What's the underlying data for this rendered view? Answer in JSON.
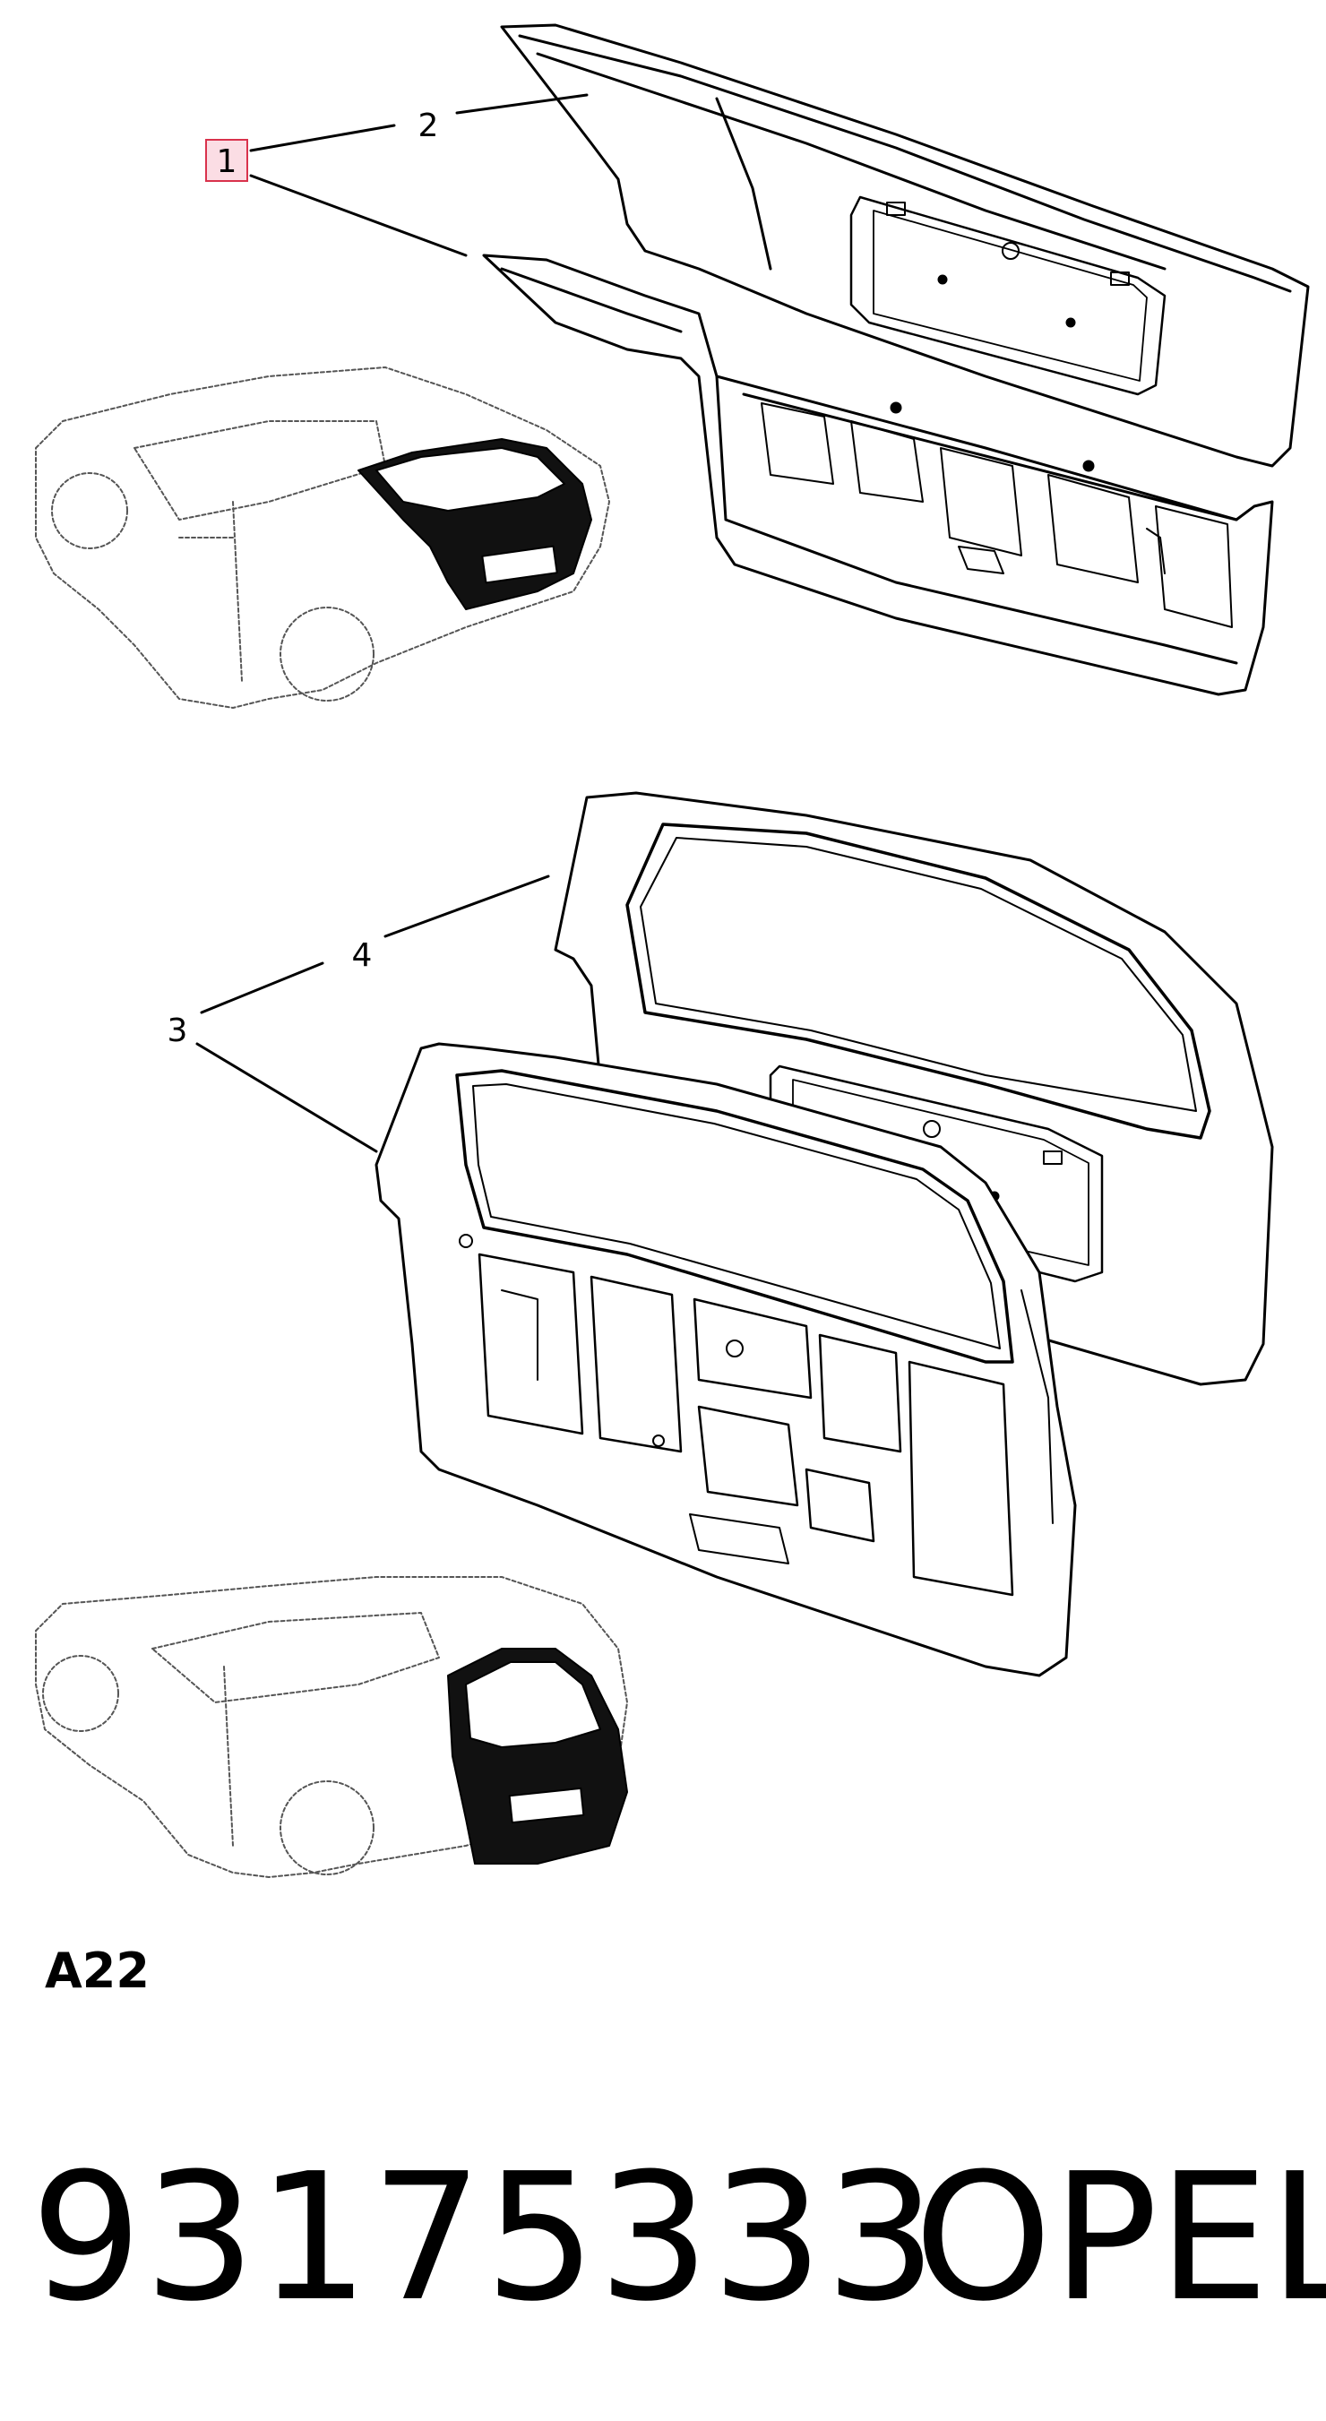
{
  "callouts": [
    {
      "label": "1",
      "highlighted": true
    },
    {
      "label": "2",
      "highlighted": false
    },
    {
      "label": "3",
      "highlighted": false
    },
    {
      "label": "4",
      "highlighted": false
    }
  ],
  "section_code": "A22",
  "part_number": "93175333",
  "brand": "OPEL",
  "colors": {
    "highlight_fill": "#fbdde4",
    "highlight_border": "#d9324c",
    "line": "#000000",
    "dotted": "#555555"
  }
}
